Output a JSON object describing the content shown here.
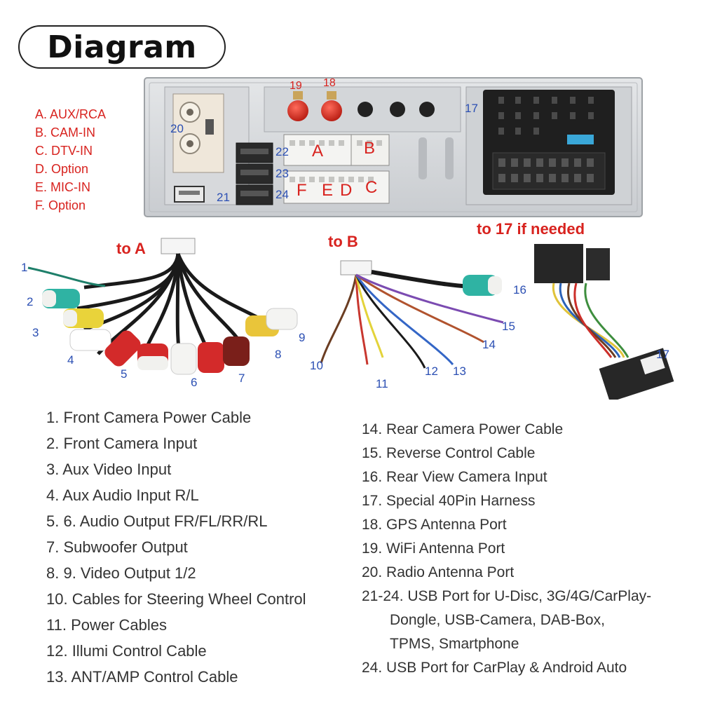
{
  "title": "Diagram",
  "legend": [
    "A. AUX/RCA",
    "B. CAM-IN",
    "C. DTV-IN",
    "D. Option",
    "E. MIC-IN",
    "F. Option"
  ],
  "panel": {
    "port_numbers": {
      "n19": "19",
      "n18": "18",
      "n17": "17",
      "n20": "20",
      "n21": "21",
      "n22": "22",
      "n23": "23",
      "n24": "24"
    },
    "slot_letters": {
      "A": "A",
      "B": "B",
      "F": "F",
      "E": "E",
      "D": "D",
      "C": "C"
    }
  },
  "cable_tags": {
    "to_a": "to A",
    "to_b": "to B",
    "to_17": "to 17 if needed"
  },
  "cable_numbers": {
    "c1": "1",
    "c2": "2",
    "c3": "3",
    "c4": "4",
    "c5": "5",
    "c6": "6",
    "c7": "7",
    "c8": "8",
    "c9": "9",
    "c10": "10",
    "c11": "11",
    "c12": "12",
    "c13": "13",
    "c14": "14",
    "c15": "15",
    "c16": "16",
    "c17": "17"
  },
  "list_left": [
    "1. Front Camera Power Cable",
    "2. Front Camera Input",
    "3. Aux Video Input",
    "4. Aux Audio Input R/L",
    "5. 6. Audio Output FR/FL/RR/RL",
    "7. Subwoofer Output",
    "8. 9. Video Output 1/2",
    "10. Cables for Steering Wheel Control",
    "11. Power Cables",
    "12. Illumi Control Cable",
    "13. ANT/AMP Control Cable"
  ],
  "list_right": [
    "14. Rear Camera Power Cable",
    "15. Reverse Control Cable",
    "16. Rear View Camera Input",
    "17. Special 40Pin Harness",
    "18. GPS Antenna Port",
    "19. WiFi Antenna Port",
    "20. Radio Antenna Port",
    "21-24. USB Port for U-Disc, 3G/4G/CarPlay-",
    "Dongle, USB-Camera, DAB-Box,",
    "TPMS, Smartphone",
    "24. USB Port  for CarPlay &  Android Auto"
  ]
}
